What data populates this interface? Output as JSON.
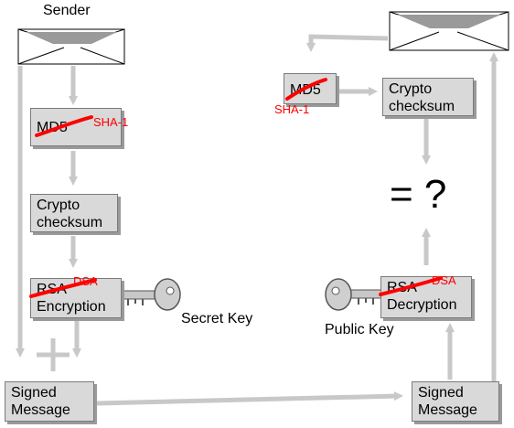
{
  "sender_label": "Sender",
  "left": {
    "hash_box": "MD5",
    "hash_replacement": "SHA-1",
    "checksum_line1": "Crypto",
    "checksum_line2": "checksum",
    "enc_line1": "RSA",
    "enc_line2": "Encryption",
    "enc_replacement": "DSA",
    "key_label": "Secret Key",
    "plus": "+",
    "signed_line1": "Signed",
    "signed_line2": "Message"
  },
  "right": {
    "hash_box": "MD5",
    "hash_replacement": "SHA-1",
    "checksum_line1": "Crypto",
    "checksum_line2": "checksum",
    "compare": "= ?",
    "dec_line1": "RSA",
    "dec_line2": "Decryption",
    "dec_replacement": "DSA",
    "key_label": "Public Key",
    "signed_line1": "Signed",
    "signed_line2": "Message"
  },
  "colors": {
    "arrow": "#c8c8c8",
    "strike": "#ff0000",
    "box_fill": "#d9d9d9"
  }
}
